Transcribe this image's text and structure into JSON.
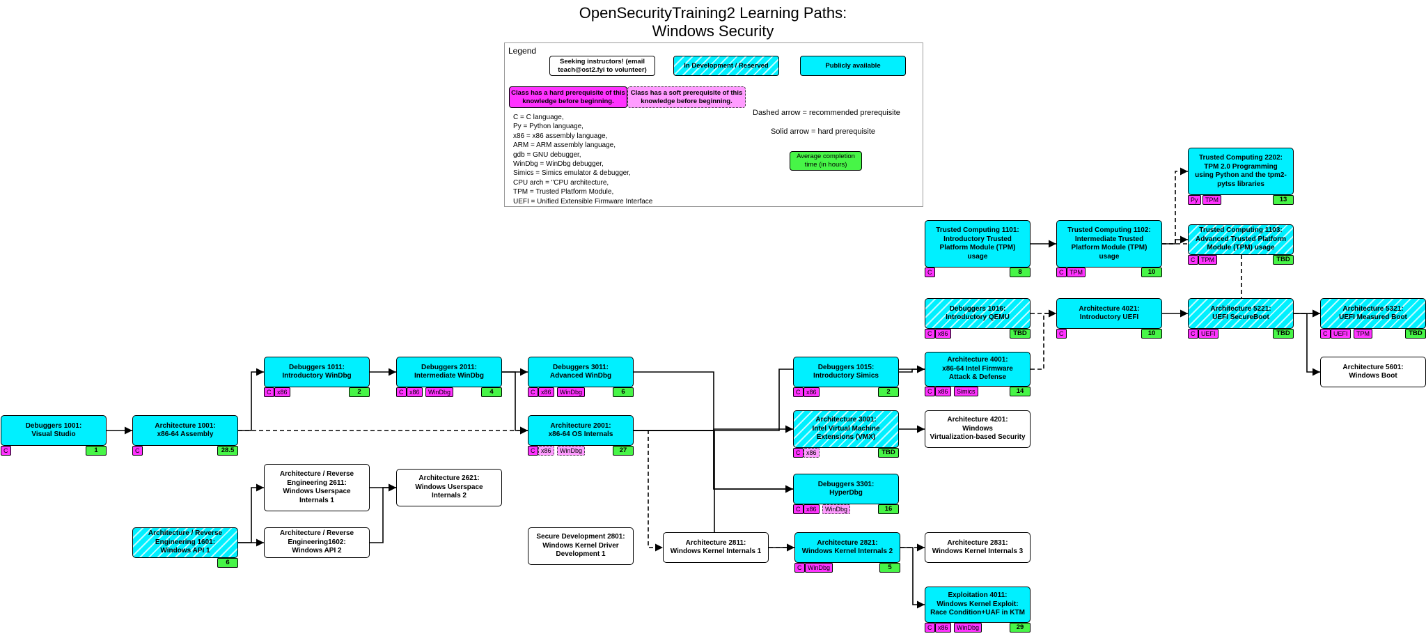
{
  "title_line1": "OpenSecurityTraining2 Learning Paths:",
  "title_line2": "Windows Security",
  "legend": {
    "title": "Legend",
    "seeking": "Seeking instructors! (email teach@ost2.fyi to volunteer)",
    "in_dev": "In Development / Reserved",
    "public": "Publicly available",
    "hard_prereq": "Class has a hard prerequisite of this knowledge before beginning.",
    "soft_prereq": "Class has a soft prerequisite of this knowledge before beginning.",
    "dashed_label": "Dashed arrow = recommended prerequisite",
    "solid_label": "Solid arrow = hard prerequisite",
    "avg_time": "Average completion time (in hours)",
    "abbreviations": [
      "C = C language,",
      "Py = Python language,",
      "x86 = x86 assembly language,",
      "ARM = ARM assembly language,",
      "gdb = GNU debugger,",
      "WinDbg = WinDbg debugger,",
      "Simics = Simics emulator & debugger,",
      "CPU arch = \"CPU architecture,",
      "TPM = Trusted Platform Module,",
      "UEFI = Unified Extensible Firmware Interface"
    ],
    "colors": {
      "public": "#00f0ff",
      "hard": "#ff33ff",
      "soft": "#ff9cff",
      "hours": "#47f547"
    }
  },
  "nodes": [
    {
      "id": "dbg1001",
      "label": "Debuggers 1001:\nVisual Studio",
      "status": "public",
      "hard": [
        "C"
      ],
      "soft": [],
      "hours": "1"
    },
    {
      "id": "arch1001",
      "label": "Architecture 1001:\nx86-64 Assembly",
      "status": "public",
      "hard": [
        "C"
      ],
      "soft": [],
      "hours": "28.5"
    },
    {
      "id": "dbg1011",
      "label": "Debuggers 1011:\nIntroductory WinDbg",
      "status": "public",
      "hard": [
        "C",
        "x86"
      ],
      "soft": [],
      "hours": "2"
    },
    {
      "id": "dbg2011",
      "label": "Debuggers 2011:\nIntermediate WinDbg",
      "status": "public",
      "hard": [
        "C",
        "x86",
        "WinDbg"
      ],
      "soft": [],
      "hours": "4"
    },
    {
      "id": "dbg3011",
      "label": "Debuggers 3011:\nAdvanced WinDbg",
      "status": "public",
      "hard": [
        "C",
        "x86",
        "WinDbg"
      ],
      "soft": [],
      "hours": "6"
    },
    {
      "id": "arch2001",
      "label": "Architecture 2001:\nx86-64 OS Internals",
      "status": "public",
      "hard": [
        "C"
      ],
      "soft": [
        "x86",
        "WinDbg"
      ],
      "hours": "27"
    },
    {
      "id": "dbg1015",
      "label": "Debuggers 1015:\nIntroductory Simics",
      "status": "public",
      "hard": [
        "C",
        "x86"
      ],
      "soft": [],
      "hours": "2"
    },
    {
      "id": "arch3001",
      "label": "Architecture 3001:\nIntel Virtual Machine\nExtensions (VMX)",
      "status": "dev",
      "hard": [
        "C"
      ],
      "soft": [
        "x86"
      ],
      "hours": "TBD"
    },
    {
      "id": "dbg3301",
      "label": "Debuggers 3301:\nHyperDbg",
      "status": "public",
      "hard": [
        "C",
        "x86"
      ],
      "soft": [
        "WinDbg"
      ],
      "hours": "16"
    },
    {
      "id": "arch4001",
      "label": "Architecture 4001:\nx86-64 Intel Firmware\nAttack & Defense",
      "status": "public",
      "hard": [
        "C",
        "x86",
        "Simics"
      ],
      "soft": [],
      "hours": "14"
    },
    {
      "id": "arch4201",
      "label": "Architecture 4201:\nWindows\nVirtualization-based Security",
      "status": "seek",
      "hard": [],
      "soft": [],
      "hours": ""
    },
    {
      "id": "dbg1016",
      "label": "Debuggers 1016:\nIntroductory QEMU",
      "status": "dev",
      "hard": [
        "C",
        "x86"
      ],
      "soft": [],
      "hours": "TBD"
    },
    {
      "id": "tc1101",
      "label": "Trusted Computing 1101:\nIntroductory Trusted\nPlatform Module (TPM)\nusage",
      "status": "public",
      "hard": [
        "C"
      ],
      "soft": [],
      "hours": "8"
    },
    {
      "id": "tc1102",
      "label": "Trusted Computing 1102:\nIntermediate Trusted\nPlatform Module (TPM)\nusage",
      "status": "public",
      "hard": [
        "C",
        "TPM"
      ],
      "soft": [],
      "hours": "10"
    },
    {
      "id": "tc2202",
      "label": "Trusted Computing 2202:\nTPM 2.0 Programming\nusing Python and the tpm2-\npytss libraries",
      "status": "public",
      "hard": [
        "Py",
        "TPM"
      ],
      "soft": [],
      "hours": "13"
    },
    {
      "id": "tc1103",
      "label": "Trusted Computing 1103:\nAdvanced Trusted Platform\nModule (TPM) usage",
      "status": "dev",
      "hard": [
        "C",
        "TPM"
      ],
      "soft": [],
      "hours": "TBD"
    },
    {
      "id": "arch4021",
      "label": "Architecture 4021:\nIntroductory UEFI",
      "status": "public",
      "hard": [
        "C"
      ],
      "soft": [],
      "hours": "10"
    },
    {
      "id": "arch5221",
      "label": "Architecture 5221:\nUEFI SecureBoot",
      "status": "dev",
      "hard": [
        "C",
        "UEFI"
      ],
      "soft": [],
      "hours": "TBD"
    },
    {
      "id": "arch5321",
      "label": "Architecture 5321:\nUEFI Measured Boot",
      "status": "dev",
      "hard": [
        "C",
        "UEFI",
        "TPM"
      ],
      "soft": [],
      "hours": "TBD"
    },
    {
      "id": "arch5601",
      "label": "Architecture 5601:\nWindows Boot",
      "status": "seek",
      "hard": [],
      "soft": [],
      "hours": ""
    },
    {
      "id": "are2611",
      "label": "Architecture / Reverse\nEngineering 2611:\nWindows Userspace\nInternals 1",
      "status": "seek",
      "hard": [],
      "soft": [],
      "hours": ""
    },
    {
      "id": "arch2621",
      "label": "Architecture 2621:\nWindows Userspace\nInternals 2",
      "status": "seek",
      "hard": [],
      "soft": [],
      "hours": ""
    },
    {
      "id": "are1601",
      "label": "Architecture / Reverse\nEngineering 1601:\nWindows API 1",
      "status": "dev",
      "hard": [],
      "soft": [],
      "hours": "6"
    },
    {
      "id": "are1602",
      "label": "Architecture / Reverse\nEngineering1602:\nWindows API 2",
      "status": "seek",
      "hard": [],
      "soft": [],
      "hours": ""
    },
    {
      "id": "sd2801",
      "label": "Secure Development 2801:\nWindows Kernel Driver\nDevelopment 1",
      "status": "seek",
      "hard": [],
      "soft": [],
      "hours": ""
    },
    {
      "id": "arch2811",
      "label": "Architecture 2811:\nWindows Kernel Internals 1",
      "status": "seek",
      "hard": [],
      "soft": [],
      "hours": ""
    },
    {
      "id": "arch2821",
      "label": "Architecture 2821:\nWindows Kernel Internals 2",
      "status": "public",
      "hard": [
        "C",
        "WinDbg"
      ],
      "soft": [],
      "hours": "5"
    },
    {
      "id": "arch2831",
      "label": "Architecture 2831:\nWindows Kernel Internals 3",
      "status": "seek",
      "hard": [],
      "soft": [],
      "hours": ""
    },
    {
      "id": "exp4011",
      "label": "Exploitation 4011:\nWindows Kernel Exploit:\nRace Condition+UAF in KTM",
      "status": "public",
      "hard": [
        "C",
        "x86",
        "WinDbg"
      ],
      "soft": [],
      "hours": "29"
    }
  ]
}
